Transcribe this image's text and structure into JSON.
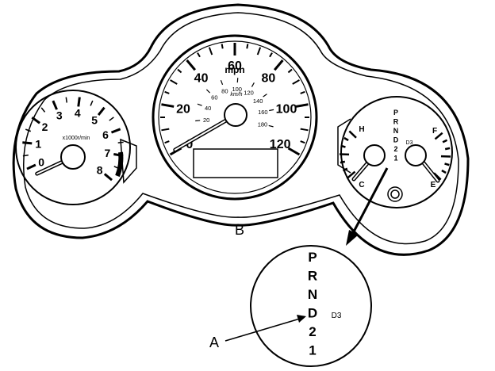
{
  "tachometer": {
    "numbers": [
      "0",
      "1",
      "2",
      "3",
      "4",
      "5",
      "6",
      "7",
      "8"
    ],
    "unit": "x1000r/min",
    "needle_value": 0
  },
  "speedometer": {
    "mph_numbers": [
      "0",
      "20",
      "40",
      "60",
      "80",
      "100",
      "120"
    ],
    "unit_mph": "mph",
    "kmh_numbers": [
      "20",
      "40",
      "60",
      "80",
      "100",
      "120",
      "140",
      "160",
      "180"
    ],
    "unit_kmh": "km/h",
    "needle_value": 0
  },
  "temp_fuel": {
    "temp_hot": "H",
    "temp_cold": "C",
    "fuel_full": "F",
    "fuel_empty": "E",
    "gear_letters": [
      "P",
      "R",
      "N",
      "D",
      "2",
      "1"
    ],
    "d3_label": "D3"
  },
  "callouts": {
    "cluster_label": "B",
    "pointer_label": "A"
  },
  "detail": {
    "gear_letters": [
      "P",
      "R",
      "N",
      "D",
      "2",
      "1"
    ],
    "d3_label": "D3"
  }
}
